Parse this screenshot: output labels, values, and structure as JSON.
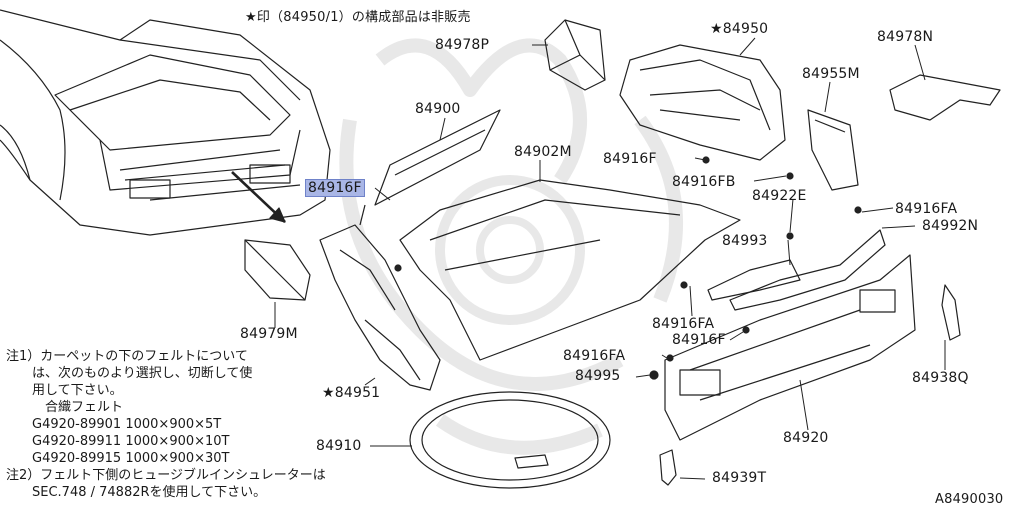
{
  "diagram": {
    "header_note": "★印（84950/1）の構成部品は非販売",
    "parts": {
      "p84978P": "84978P",
      "p84950": "★84950",
      "p84978N": "84978N",
      "p84955M": "84955M",
      "p84900": "84900",
      "p84902M": "84902M",
      "p84916F_top": "84916F",
      "p84916F_hl": "84916F",
      "p84916FB": "84916FB",
      "p84922E": "84922E",
      "p84916FA_r": "84916FA",
      "p84992N": "84992N",
      "p84993": "84993",
      "p84979M": "84979M",
      "p84916FA_mid": "84916FA",
      "p84916F_mid": "84916F",
      "p84916FA_low": "84916FA",
      "p84995": "84995",
      "p84938Q": "84938Q",
      "p84951": "★84951",
      "p84910": "84910",
      "p84920": "84920",
      "p84939T": "84939T",
      "diagram_code": "A8490030"
    },
    "notes": [
      "注1）カーペットの下のフェルトについて",
      "　　は、次のものより選択し、切断して使",
      "　　用して下さい。",
      "　　　合織フェルト",
      "　　G4920-89901  1000×900×5T",
      "　　G4920-89911  1000×900×10T",
      "　　G4920-89915  1000×900×30T",
      "注2）フェルト下側のヒュージブルインシュレーターは",
      "　　SEC.748 / 74882Rを使用して下さい。"
    ],
    "highlight_color": "#a9b6e6"
  }
}
